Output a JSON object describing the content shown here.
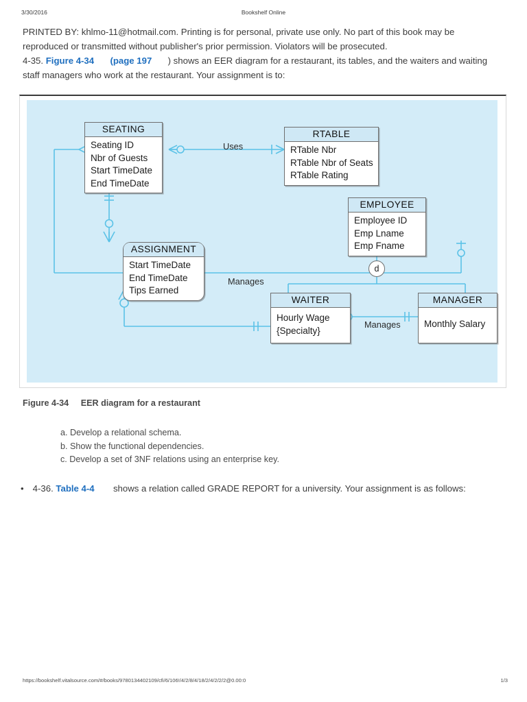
{
  "header": {
    "date": "3/30/2016",
    "title": "Bookshelf Online"
  },
  "notice": "PRINTED BY: khlmo-11@hotmail.com. Printing is for personal, private use only. No part of this book may be reproduced or transmitted without publisher's prior permission. Violators will be prosecuted.",
  "problem_435": {
    "number": "4-35.",
    "figure_link": "Figure 4-34",
    "page_link": "(page 197",
    "text": ") shows an EER diagram for a restaurant, its tables, and the waiters and waiting staff managers who work at the restaurant. Your assignment is to:"
  },
  "figure": {
    "caption_number": "Figure 4-34",
    "caption_text": "EER diagram for a restaurant",
    "canvas_color": "#d3ecf8",
    "line_color": "#5bc2e7",
    "entity_header_color": "#cfe8f5",
    "entities": [
      {
        "id": "seating",
        "name": "SEATING",
        "shape": "rect",
        "attributes": [
          "Seating ID",
          "Nbr of Guests",
          "Start TimeDate",
          "End TimeDate"
        ],
        "primary_key": "Seating ID"
      },
      {
        "id": "rtable",
        "name": "RTABLE",
        "shape": "rect",
        "attributes": [
          "RTable Nbr",
          "RTable Nbr of Seats",
          "RTable Rating"
        ],
        "primary_key": "RTable Nbr"
      },
      {
        "id": "employee",
        "name": "EMPLOYEE",
        "shape": "rect",
        "attributes": [
          "Employee ID",
          "Emp Lname",
          "Emp Fname"
        ],
        "primary_key": "Employee ID"
      },
      {
        "id": "assignment",
        "name": "ASSIGNMENT",
        "shape": "rounded-rect",
        "attributes": [
          "Start TimeDate",
          "End TimeDate",
          "Tips Earned"
        ],
        "primary_key": ""
      },
      {
        "id": "waiter",
        "name": "WAITER",
        "shape": "rect",
        "attributes": [
          "Hourly Wage",
          "{Specialty}"
        ],
        "primary_key": ""
      },
      {
        "id": "manager",
        "name": "MANAGER",
        "shape": "rect",
        "attributes": [
          "Monthly Salary"
        ],
        "primary_key": ""
      }
    ],
    "relationships": [
      {
        "id": "uses",
        "label": "Uses",
        "from": "SEATING",
        "to": "RTABLE"
      },
      {
        "id": "manages-waiter",
        "label": "Manages",
        "from": "WAITER",
        "to": "MANAGER"
      },
      {
        "id": "manages-bottom",
        "label": "Manages",
        "from": "MANAGER",
        "to": "SEATING"
      }
    ],
    "subtype_indicator": "d"
  },
  "sub_questions": [
    "a. Develop a relational schema.",
    "b. Show the functional dependencies.",
    "c. Develop a set of 3NF relations using an enterprise key."
  ],
  "problem_436": {
    "bullet": "•",
    "number": "4-36.",
    "table_link": "Table 4-4",
    "text": "shows a relation called GRADE REPORT for a university. Your assignment is as follows:"
  },
  "footer": {
    "url": "https://bookshelf.vitalsource.com/#/books/9780134402109/cfi/6/106!/4/2/8/4/18/2/4/2/2/2@0.00:0",
    "page": "1/3"
  }
}
